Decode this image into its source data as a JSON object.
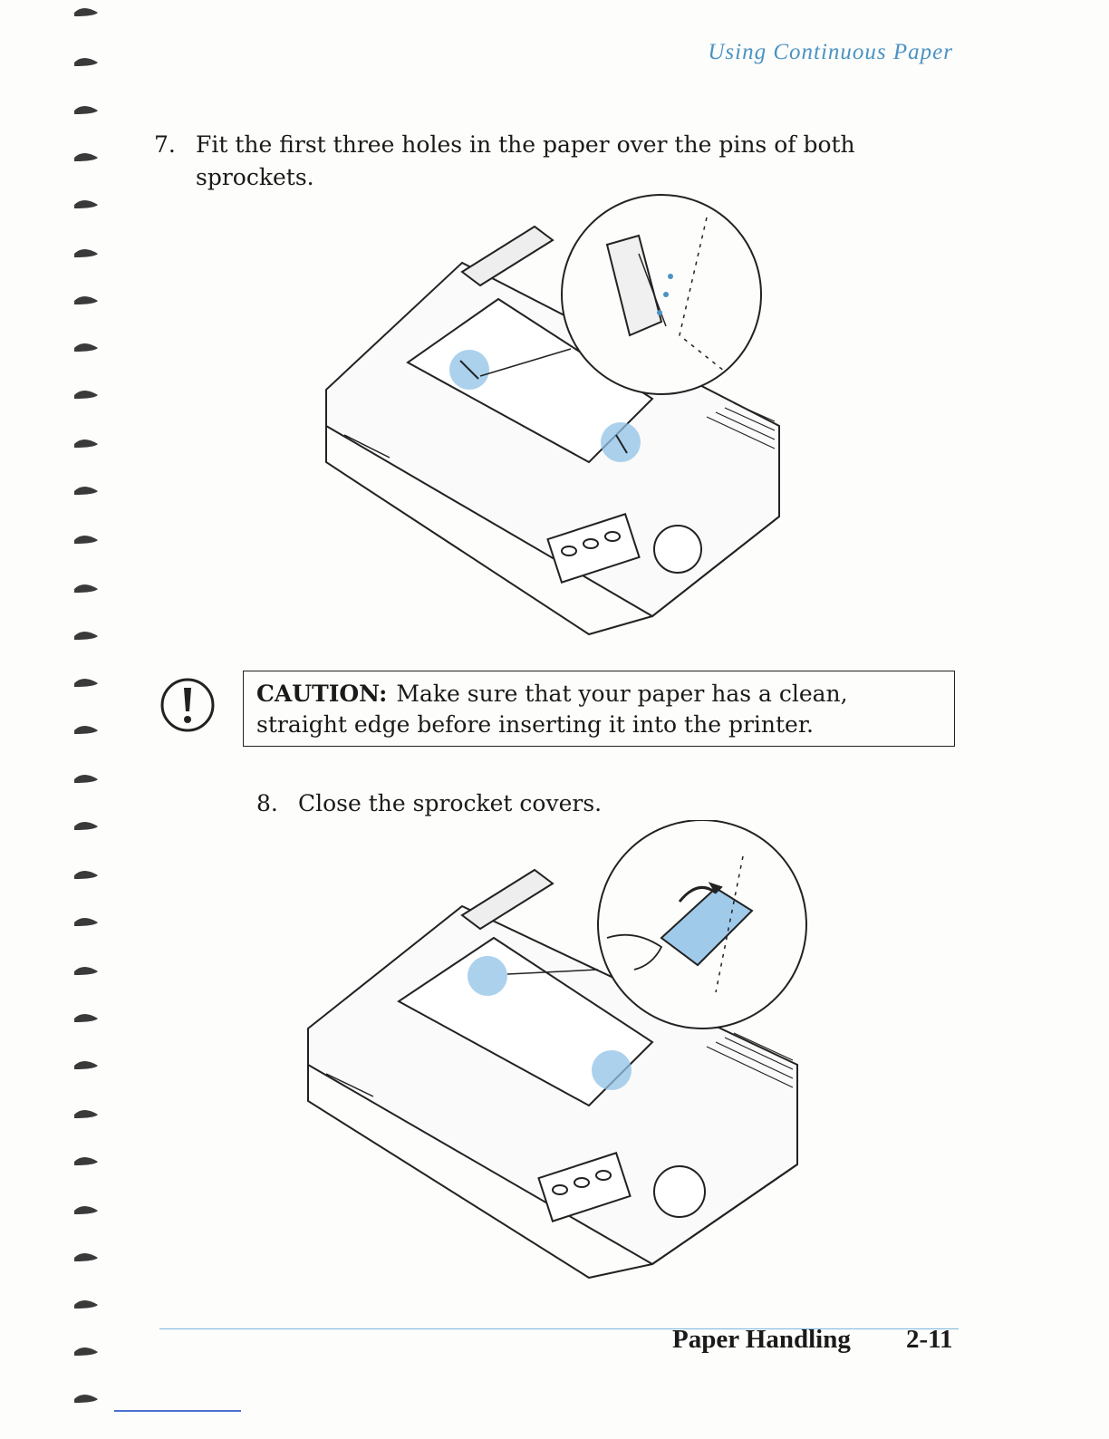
{
  "running_head": "Using Continuous Paper",
  "steps": [
    {
      "number": "7.",
      "text": "Fit the first three holes in the paper over the pins of both sprockets."
    },
    {
      "number": "8.",
      "text": "Close the sprocket covers."
    }
  ],
  "caution": {
    "label": "CAUTION:",
    "text": "Make sure that your paper has a clean, straight edge before inserting it into the printer."
  },
  "footer": {
    "section": "Paper Handling",
    "page": "2-11"
  },
  "colors": {
    "accent": "#4a93c4",
    "highlight": "#8fc1e6",
    "ink": "#1a1a1a"
  },
  "icons": [
    "caution-icon",
    "printer-illustration",
    "binding-hole-icon"
  ]
}
